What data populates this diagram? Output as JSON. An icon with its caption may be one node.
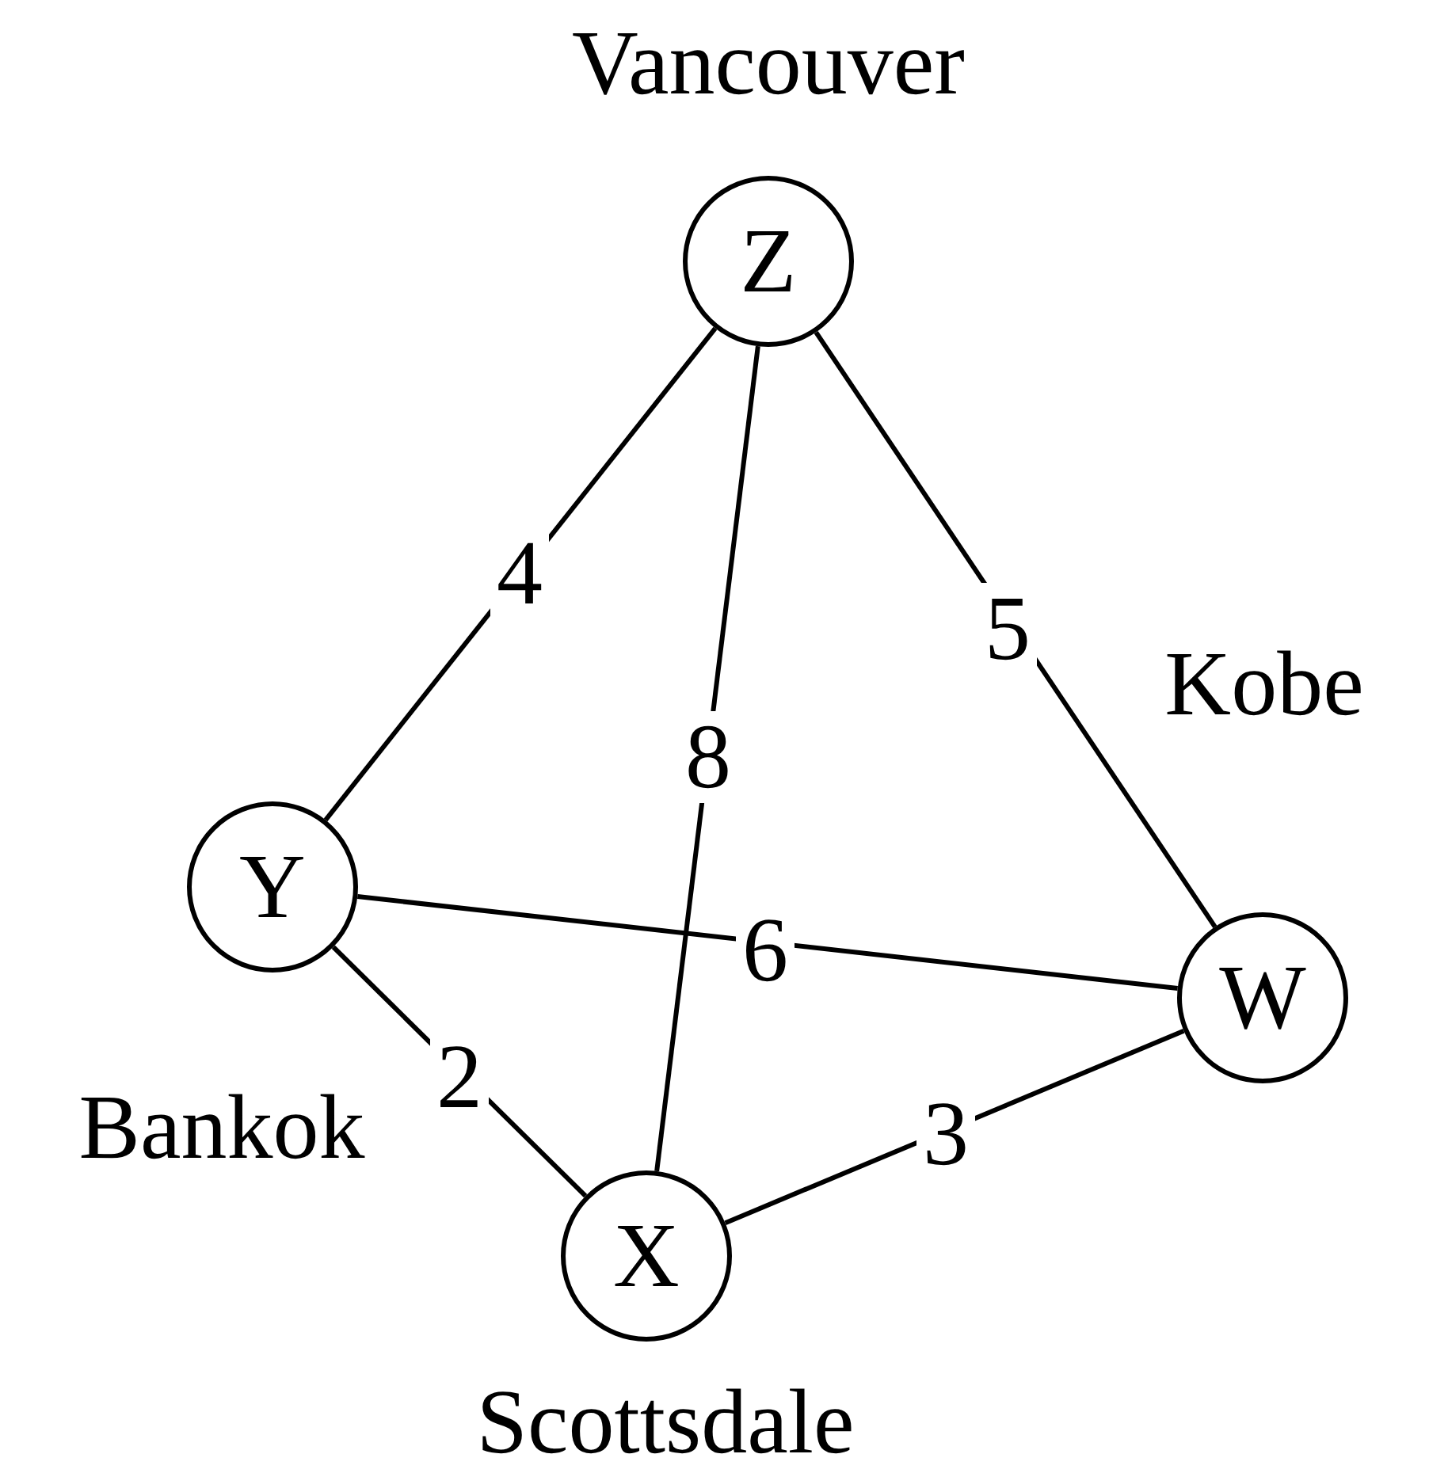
{
  "diagram": {
    "nodes": [
      {
        "text": [
          "Z"
        ],
        "beside": [
          "Vancouver"
        ]
      },
      {
        "text": [
          "Y"
        ],
        "beside": [
          "Bankok"
        ]
      },
      {
        "text": [
          "W"
        ],
        "beside": [
          "Kobe"
        ]
      },
      {
        "text": [
          "X"
        ],
        "beside": [
          "Scottsdale"
        ]
      }
    ],
    "edges": [
      {
        "from": 0,
        "to": 1,
        "arrow": "none",
        "label": "4"
      },
      {
        "from": 0,
        "to": 3,
        "arrow": "none",
        "label": "8"
      },
      {
        "from": 0,
        "to": 2,
        "arrow": "none",
        "label": "5"
      },
      {
        "from": 1,
        "to": 2,
        "arrow": "none",
        "label": "6"
      },
      {
        "from": 1,
        "to": 3,
        "arrow": "none",
        "label": "2"
      },
      {
        "from": 3,
        "to": 2,
        "arrow": "none",
        "label": "3"
      }
    ]
  }
}
